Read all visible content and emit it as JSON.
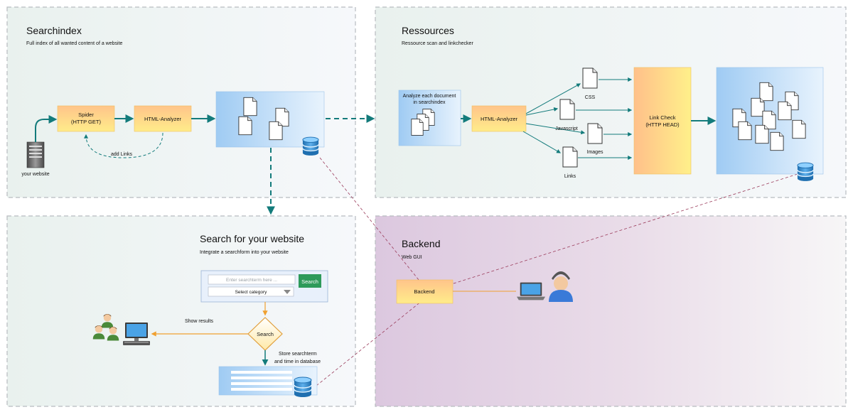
{
  "panels": {
    "searchindex": {
      "title": "Searchindex",
      "subtitle": "Full index of all wanted content of a website"
    },
    "ressources": {
      "title": "Ressources",
      "subtitle": "Ressource scan and linkchecker"
    },
    "search": {
      "title": "Search for your website",
      "subtitle": "Integrate a searchform into your website"
    },
    "backend": {
      "title": "Backend",
      "subtitle": "Web GUI"
    }
  },
  "nodes": {
    "spider": {
      "line1": "Spider",
      "line2": "(HTTP GET)"
    },
    "html_analyzer_1": "HTML-Analyzer",
    "html_analyzer_2": "HTML-Analyzer",
    "your_website": "your website",
    "add_links": "add Links",
    "analyze_each": {
      "line1": "Analyze each document",
      "line2": "in searchindex"
    },
    "link_check": {
      "line1": "Link Check",
      "line2": "(HTTP HEAD)"
    },
    "css": "CSS",
    "javascript": "Javascript",
    "images": "Images",
    "links": "Links",
    "backend_box": "Backend",
    "search_diamond": "Search",
    "show_results": "Show results",
    "store_searchterm": {
      "line1": "Store searchterm",
      "line2": "and time in database"
    }
  },
  "searchform": {
    "placeholder": "Enter searchterm here ...",
    "button": "Search",
    "select": "Select category"
  },
  "colors": {
    "teal": "#137b7b",
    "orange": "#f0a030",
    "purple_dash": "#9a3a5a",
    "panel_border": "#b8bcc0"
  }
}
